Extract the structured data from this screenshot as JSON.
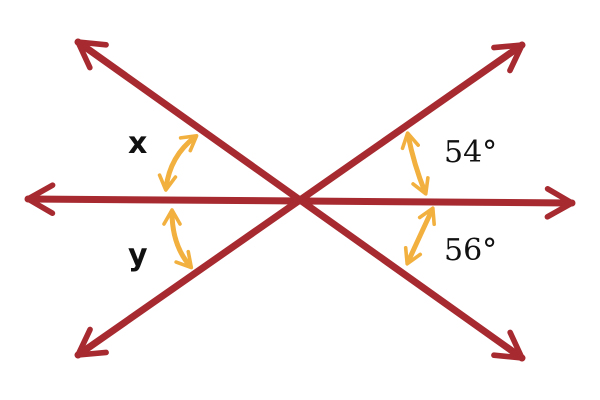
{
  "colors": {
    "line": "#A62A30",
    "arc": "#F2B03E",
    "text": "#111111",
    "background": "#FFFFFF"
  },
  "labels": {
    "x": "x",
    "y": "y",
    "angle_top_right": "54°",
    "angle_bottom_right": "56°"
  }
}
